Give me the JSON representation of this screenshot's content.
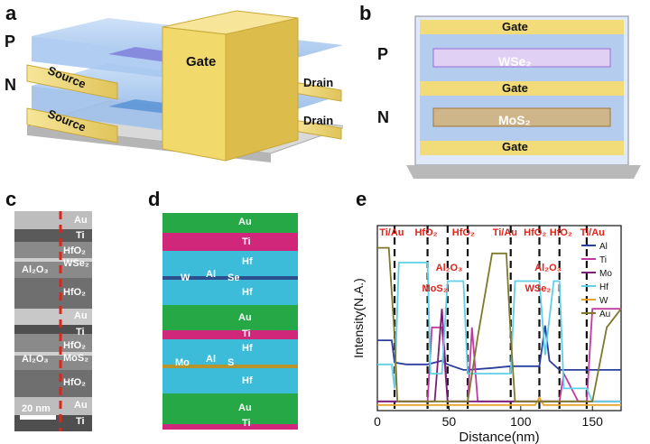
{
  "panels": {
    "a": {
      "letter": "a",
      "side_labels": [
        "P",
        "N"
      ],
      "gate": "Gate",
      "source_top": "Source",
      "source_bottom": "Source",
      "drain_top": "Drain",
      "drain_bottom": "Drain"
    },
    "b": {
      "letter": "b",
      "side_labels": [
        "P",
        "N"
      ],
      "gates": [
        "Gate",
        "Gate",
        "Gate"
      ],
      "channel_top": "WSe₂",
      "channel_bottom": "MoS₂"
    },
    "c": {
      "letter": "c",
      "layers_right": [
        "Au",
        "Ti",
        "HfO₂",
        "WSe₂",
        "HfO₂",
        "Au",
        "Ti",
        "HfO₂",
        "MoS₂",
        "HfO₂",
        "Au",
        "Ti"
      ],
      "left_labels": [
        "Al₂O₃",
        "Al₂O₃"
      ],
      "scalebar": "20 nm"
    },
    "d": {
      "letter": "d",
      "layers": [
        "Au",
        "Ti",
        "Hf",
        "Hf",
        "Au",
        "Ti",
        "Hf",
        "Hf",
        "Au",
        "Ti"
      ],
      "elements_top": [
        "W",
        "Al",
        "Se"
      ],
      "elements_bottom": [
        "Mo",
        "Al",
        "S"
      ]
    },
    "e": {
      "letter": "e",
      "top_labels": [
        "Ti/Au",
        "HfO₂",
        "HfO₂",
        "Ti/Au",
        "HfO₂",
        "HfO₂",
        "Ti/Au"
      ],
      "mid_labels": [
        "Al₂O₃",
        "MoS₂",
        "Al₂O₃",
        "WSe₂"
      ]
    }
  },
  "chart_data": {
    "type": "line",
    "xlabel": "Distance(nm)",
    "ylabel": "Intensity(N.A.)",
    "xlim": [
      0,
      170
    ],
    "xticks": [
      0,
      50,
      100,
      150
    ],
    "dashed_lines_x": [
      12,
      35,
      49,
      63,
      93,
      113,
      127,
      146
    ],
    "legend_position": "right",
    "series": [
      {
        "name": "Al",
        "color": "#2b3f9e",
        "x": [
          0,
          10,
          12,
          20,
          35,
          45,
          49,
          60,
          63,
          80,
          93,
          100,
          113,
          117,
          120,
          127,
          135,
          146,
          160,
          170
        ],
        "y": [
          0.38,
          0.38,
          0.26,
          0.25,
          0.25,
          0.27,
          0.25,
          0.22,
          0.22,
          0.23,
          0.24,
          0.24,
          0.24,
          0.46,
          0.27,
          0.22,
          0.22,
          0.22,
          0.22,
          0.22
        ]
      },
      {
        "name": "Ti",
        "color": "#c03aa0",
        "x": [
          0,
          10,
          12,
          15,
          35,
          38,
          45,
          49,
          63,
          66,
          70,
          90,
          93,
          100,
          113,
          116,
          127,
          130,
          140,
          146,
          150,
          160,
          170
        ],
        "y": [
          0.05,
          0.05,
          0.05,
          0.05,
          0.05,
          0.45,
          0.45,
          0.05,
          0.05,
          0.45,
          0.05,
          0.05,
          0.05,
          0.05,
          0.05,
          0.05,
          0.05,
          0.2,
          0.05,
          0.05,
          0.55,
          0.55,
          0.55
        ]
      },
      {
        "name": "Mo",
        "color": "#7a1f78",
        "x": [
          0,
          10,
          12,
          20,
          35,
          40,
          45,
          49,
          55,
          63,
          70,
          90,
          93,
          110,
          113,
          120,
          127,
          135,
          146,
          150,
          170
        ],
        "y": [
          0.05,
          0.05,
          0.05,
          0.05,
          0.05,
          0.05,
          0.55,
          0.05,
          0.05,
          0.05,
          0.05,
          0.05,
          0.05,
          0.05,
          0.05,
          0.05,
          0.05,
          0.05,
          0.05,
          0.05,
          0.05
        ]
      },
      {
        "name": "Hf",
        "color": "#5fd0e6",
        "x": [
          0,
          10,
          12,
          15,
          25,
          35,
          37,
          45,
          49,
          52,
          60,
          63,
          66,
          75,
          90,
          93,
          96,
          110,
          113,
          117,
          123,
          127,
          130,
          140,
          146,
          150,
          170
        ],
        "y": [
          0.25,
          0.25,
          0.12,
          0.8,
          0.8,
          0.8,
          0.2,
          0.2,
          0.7,
          0.7,
          0.7,
          0.2,
          0.2,
          0.2,
          0.2,
          0.2,
          0.7,
          0.7,
          0.7,
          0.3,
          0.7,
          0.7,
          0.12,
          0.12,
          0.12,
          0.05,
          0.05
        ]
      },
      {
        "name": "W",
        "color": "#e7a32a",
        "x": [
          0,
          20,
          40,
          60,
          80,
          100,
          110,
          113,
          116,
          120,
          140,
          160,
          170
        ],
        "y": [
          0.03,
          0.03,
          0.03,
          0.03,
          0.03,
          0.03,
          0.03,
          0.07,
          0.03,
          0.03,
          0.03,
          0.03,
          0.03
        ]
      },
      {
        "name": "Au",
        "color": "#7d7a2c",
        "x": [
          0,
          8,
          12,
          14,
          35,
          49,
          55,
          63,
          70,
          80,
          90,
          93,
          96,
          113,
          115,
          127,
          135,
          146,
          150,
          160,
          170
        ],
        "y": [
          0.88,
          0.88,
          0.4,
          0.05,
          0.05,
          0.05,
          0.05,
          0.05,
          0.4,
          0.85,
          0.85,
          0.4,
          0.05,
          0.05,
          0.05,
          0.05,
          0.05,
          0.05,
          0.05,
          0.45,
          0.55
        ]
      }
    ]
  },
  "colors": {
    "gate_yellow": "#f2dc7a",
    "dielectric_blue": "#a8c7ef",
    "red_label": "#e2231a",
    "eds_green": "#27a846",
    "eds_pink": "#d1277b",
    "eds_cyan": "#3cbcd8"
  }
}
